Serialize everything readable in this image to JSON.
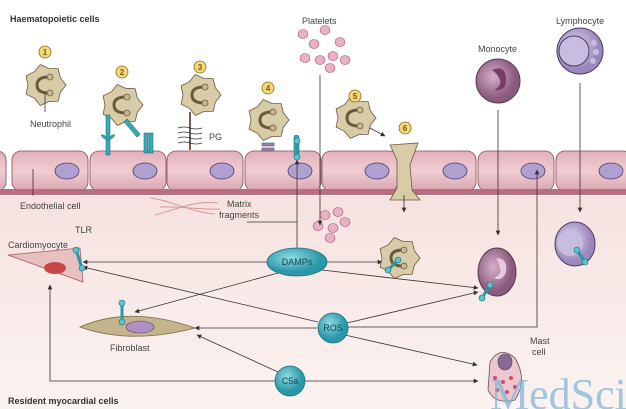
{
  "titles": {
    "top": "Haematopoietic cells",
    "bottom": "Resident myocardial cells"
  },
  "badges": [
    "1",
    "2",
    "3",
    "4",
    "5",
    "6"
  ],
  "labels": {
    "neutrophil": "Neutrophil",
    "pg": "PG",
    "platelets": "Platelets",
    "monocyte": "Monocyte",
    "lymphocyte": "Lymphocyte",
    "endothelial": "Endothelial cell",
    "matrix_1": "Matrix",
    "matrix_2": "fragments",
    "tlr": "TLR",
    "cardiomyocyte": "Cardiomyocyte",
    "fibroblast": "Fibroblast",
    "mast_1": "Mast",
    "mast_2": "cell"
  },
  "molecules": {
    "damps": "DAMPs",
    "ros": "ROS",
    "c5a": "C5a"
  },
  "watermark": "MedSci",
  "colors": {
    "endothelium": "#e8bcc4",
    "neutrophil": "#d8cca8",
    "molecule": "#3aaab8",
    "monocyte": "#a0708f",
    "lymphocyte": "#b4a6cc",
    "platelet": "#e8a8c0"
  }
}
